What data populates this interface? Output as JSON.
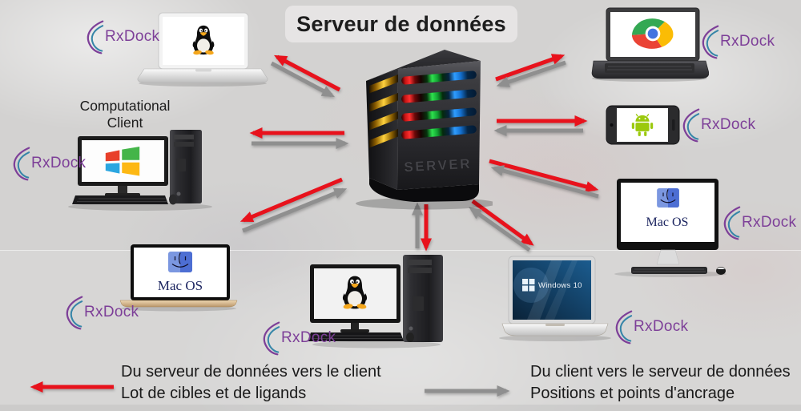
{
  "title": "Serveur de données",
  "server": {
    "name": "Serveur de données",
    "label": "SERVER"
  },
  "branding": {
    "logo_text": "RxDock",
    "logo_color": "#7d3f98",
    "swoosh_outer_color": "#7d3f98",
    "swoosh_inner_color": "#3585a8"
  },
  "labels": {
    "computational_client_line1": "Computational",
    "computational_client_line2": "Client",
    "macos": "Mac OS",
    "windows10": "Windows 10"
  },
  "devices": [
    {
      "position": "top-left",
      "type": "laptop",
      "os": "Linux",
      "icon": "tux-linux-icon"
    },
    {
      "position": "middle-left",
      "type": "desktop",
      "os": "Windows",
      "icon": "windows-logo-icon",
      "caption": "Computational Client"
    },
    {
      "position": "bottom-left",
      "type": "laptop",
      "os": "Mac OS",
      "icon": "finder-macos-icon",
      "screen_label": "Mac OS"
    },
    {
      "position": "bottom-center",
      "type": "desktop",
      "os": "Linux",
      "icon": "tux-linux-icon"
    },
    {
      "position": "bottom-right",
      "type": "laptop",
      "os": "Windows 10",
      "icon": "windows10-hero-icon",
      "screen_label": "Windows 10"
    },
    {
      "position": "middle-right-lower",
      "type": "all-in-one-desktop",
      "os": "Mac OS",
      "icon": "finder-macos-icon",
      "screen_label": "Mac OS"
    },
    {
      "position": "middle-right",
      "type": "smartphone",
      "os": "Android",
      "icon": "android-robot-icon"
    },
    {
      "position": "top-right",
      "type": "laptop",
      "os": "Chrome",
      "icon": "chrome-logo-icon"
    }
  ],
  "arrows": {
    "red_color": "#e8121c",
    "gray_color": "#8f8f8f"
  },
  "legend": {
    "server_to_client": {
      "line1": "Du serveur de données vers le client",
      "line2": "Lot de cibles et de ligands"
    },
    "client_to_server": {
      "line1": "Du client vers le serveur de données",
      "line2": "Positions et points d'ancrage"
    }
  }
}
